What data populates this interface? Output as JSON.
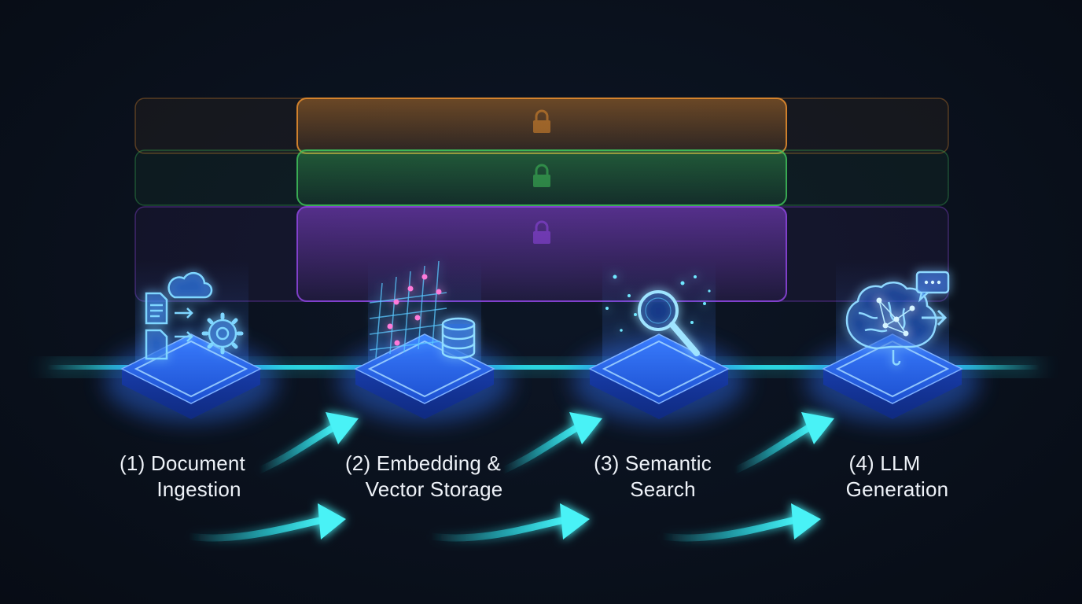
{
  "colors": {
    "background": "#0a111d",
    "accent_cyan": "#2ee6f0",
    "platform_blue": "#2f6df0",
    "band_orange": "#e08a2e",
    "band_green": "#3fbf5a",
    "band_purple": "#8a44d8"
  },
  "bands": [
    {
      "color": "orange",
      "icon": "lock-icon"
    },
    {
      "color": "green",
      "icon": "lock-icon"
    },
    {
      "color": "purple",
      "icon": "lock-icon"
    }
  ],
  "stages": [
    {
      "line1": "(1) Document",
      "line2": "Ingestion",
      "icon": "document-cloud-gear-icon"
    },
    {
      "line1": "(2) Embedding &",
      "line2": "Vector Storage",
      "icon": "vector-grid-database-icon"
    },
    {
      "line1": "(3) Semantic",
      "line2": "Search",
      "icon": "magnifier-search-icon"
    },
    {
      "line1": "(4) LLM",
      "line2": "Generation",
      "icon": "brain-chat-icon"
    }
  ]
}
